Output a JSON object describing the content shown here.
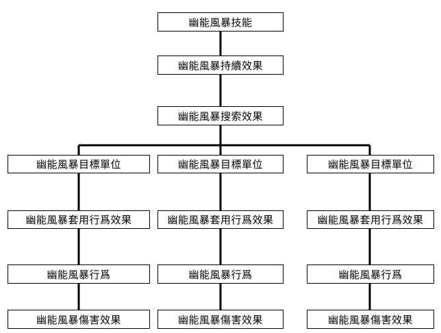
{
  "diagram": {
    "root": {
      "label": "幽能風暴技能"
    },
    "duration": {
      "label": "幽能風暴持續效果"
    },
    "search": {
      "label": "幽能風暴搜索效果"
    },
    "branches": [
      {
        "target": "幽能風暴目標單位",
        "apply": "幽能風暴套用行爲效果",
        "action": "幽能風暴行爲",
        "damage": "幽能風暴傷害效果"
      },
      {
        "target": "幽能風暴目標單位",
        "apply": "幽能風暴套用行爲效果",
        "action": "幽能風暴行爲",
        "damage": "幽能風暴傷害效果"
      },
      {
        "target": "幽能風暴目標單位",
        "apply": "幽能風暴套用行爲效果",
        "action": "幽能風暴行爲",
        "damage": "幽能風暴傷害效果"
      }
    ]
  },
  "colors": {
    "line": "#000000",
    "box_border": "#000000",
    "box_fill": "#ffffff",
    "text": "#000000"
  }
}
